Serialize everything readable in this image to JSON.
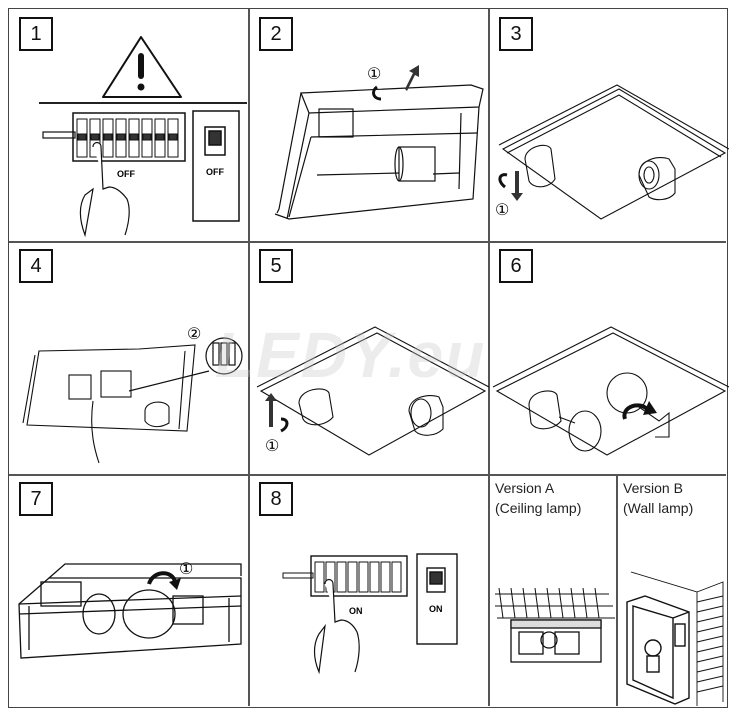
{
  "steps": [
    {
      "number": "1",
      "switch_label": "OFF",
      "breaker_label": "OFF"
    },
    {
      "number": "2",
      "callout": "①"
    },
    {
      "number": "3",
      "callout": "①"
    },
    {
      "number": "4",
      "callout": "②"
    },
    {
      "number": "5",
      "callout": "①"
    },
    {
      "number": "6"
    },
    {
      "number": "7",
      "callout": "①"
    },
    {
      "number": "8",
      "switch_label": "ON",
      "breaker_label": "ON"
    }
  ],
  "versions": [
    {
      "title": "Version A",
      "subtitle": "(Ceiling lamp)"
    },
    {
      "title": "Version B",
      "subtitle": "(Wall lamp)"
    }
  ],
  "watermark": "LEDY.eu"
}
